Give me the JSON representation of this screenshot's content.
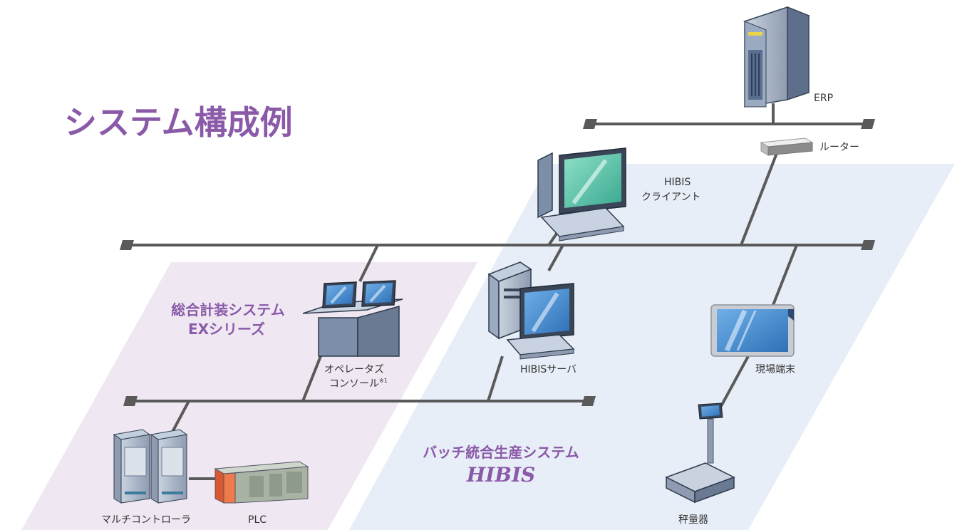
{
  "title": "システム構成例",
  "zones": {
    "ex": {
      "line1": "総合計装システム",
      "line2": "EXシリーズ"
    },
    "hibis": {
      "line1": "バッチ統合生産システム",
      "line2": "HIBIS"
    }
  },
  "nodes": {
    "erp": "ERP",
    "router": "ルーター",
    "hibis_client_1": "HIBIS",
    "hibis_client_2": "クライアント",
    "operator_console_1": "オペレータズ",
    "operator_console_2": "コンソール",
    "operator_console_note": "※1",
    "hibis_server": "HIBISサーバ",
    "field_terminal": "現場端末",
    "multi_controller": "マルチコントローラ",
    "plc": "PLC",
    "scale": "秤量器"
  },
  "colors": {
    "accent": "#8a5aa8",
    "ex_zone": "#efe8f2",
    "hibis_zone": "#e8eef7",
    "network_line": "#5a5a5a",
    "screen": "#4a8fd0",
    "client_screen": "#5cc8b0"
  }
}
